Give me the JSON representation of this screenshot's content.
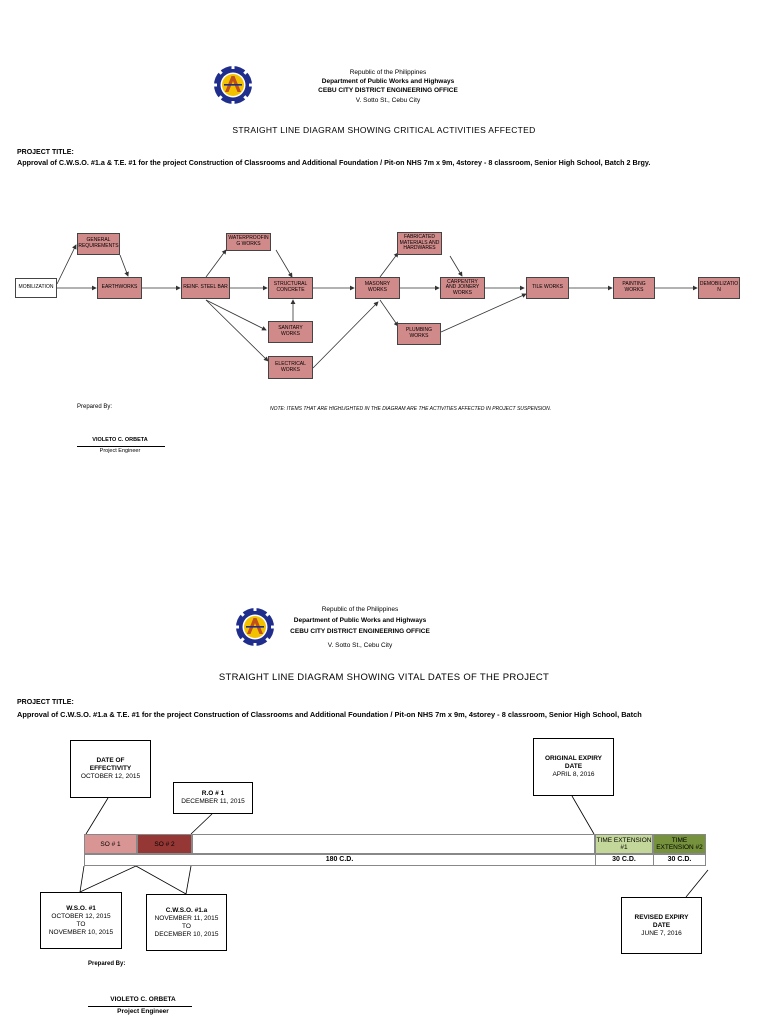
{
  "header": {
    "republic": "Republic of the Philippines",
    "department": "Department of Public Works and Highways",
    "office": "CEBU CITY DISTRICT ENGINEERING OFFICE",
    "address": "V. Sotto St., Cebu City"
  },
  "diagram1": {
    "title": "STRAIGHT LINE DIAGRAM SHOWING CRITICAL ACTIVITIES AFFECTED",
    "project_title_label": "PROJECT TITLE:",
    "project_title": "Approval of C.W.S.O. #1.a & T.E. #1 for the project Construction of Classrooms and Additional Foundation / Pit-on NHS 7m x 9m, 4storey - 8 classroom, Senior High School, Batch 2 Brgy.",
    "nodes": {
      "mobilization": "MOBILIZATION",
      "general": "GENERAL REQUIREMENTS",
      "earthworks": "EARTHWORKS",
      "reinf": "REINF. STEEL BAR",
      "waterproofing": "WATERPROOFIN G WORKS",
      "structural": "STRUCTURAL CONCRETE",
      "sanitary": "SANITARY WORKS",
      "electrical": "ELECTRICAL WORKS",
      "masonry": "MASONRY WORKS",
      "fabricated": "FABRICATED MATERIALS AND HARDWARES",
      "carpentry": "CARPENTRY AND JOINERY WORKS",
      "plumbing": "PLUMBING WORKS",
      "tile": "TILE WORKS",
      "painting": "PAINTING WORKS",
      "demob": "DEMOBILIZATIO N"
    },
    "prepared_by": "Prepared By:",
    "note": "NOTE: ITEMS THAT ARE HIGHLIGHTED IN THE DIAGRAM ARE THE ACTIVITIES AFFECTED IN PROJECT SUSPENSION.",
    "signatory_name": "VIOLETO C. ORBETA",
    "signatory_role": "Project Engineer"
  },
  "diagram2": {
    "title": "STRAIGHT LINE DIAGRAM SHOWING VITAL DATES OF THE PROJECT",
    "project_title_label": "PROJECT TITLE:",
    "project_title": "Approval of C.W.S.O. #1.a & T.E. #1 for the project Construction of Classrooms and Additional Foundation / Pit-on NHS 7m x 9m, 4storey - 8 classroom, Senior High School, Batch",
    "callouts": {
      "effectivity": {
        "title": "DATE OF EFFECTIVITY",
        "date": "OCTOBER 12, 2015"
      },
      "ro1": {
        "title": "R.O # 1",
        "date": "DECEMBER 11, 2015"
      },
      "original_expiry": {
        "title": "ORIGINAL EXPIRY DATE",
        "date": "APRIL 8, 2016"
      },
      "wso1": {
        "title": "W.S.O. #1",
        "line1": "OCTOBER 12, 2015",
        "line2": "TO",
        "line3": "NOVEMBER 10, 2015"
      },
      "cwso1a": {
        "title": "C.W.S.O. #1.a",
        "line1": "NOVEMBER 11, 2015",
        "line2": "TO",
        "line3": "DECEMBER 10, 2015"
      },
      "revised_expiry": {
        "title": "REVISED EXPIRY DATE",
        "date": "JUNE 7, 2016"
      }
    },
    "bar": {
      "so1": "SO # 1",
      "so2": "SO # 2",
      "te1": "TIME EXTENSION #1",
      "te2": "TIME EXTENSION #2",
      "dur_main": "180 C.D.",
      "dur_te1": "30 C.D.",
      "dur_te2": "30 C.D."
    },
    "colors": {
      "so1": "#d99594",
      "so2": "#953735",
      "te1": "#c4d79b",
      "te2": "#76923c"
    },
    "prepared_by": "Prepared By:",
    "signatory_name": "VIOLETO C. ORBETA",
    "signatory_role": "Project Engineer"
  }
}
